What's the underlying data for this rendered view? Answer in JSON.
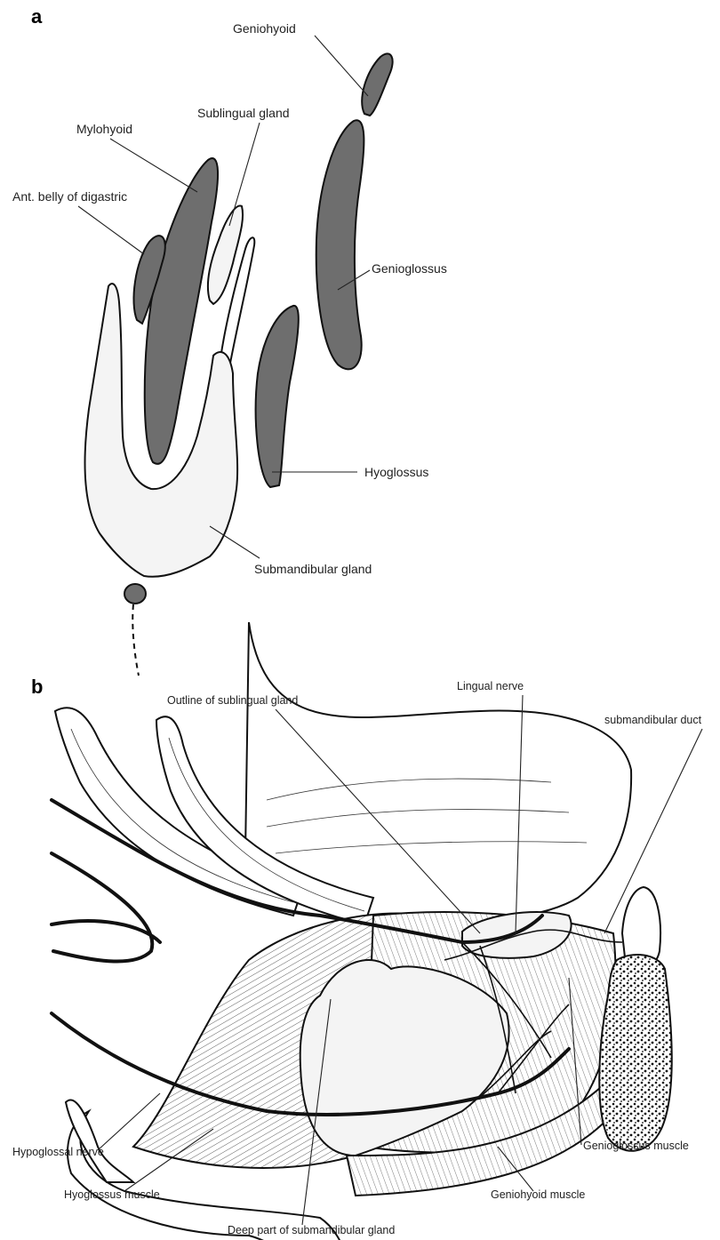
{
  "panel_a": {
    "letter": "a",
    "labels": {
      "geniohyoid": "Geniohyoid",
      "sublingual_gland": "Sublingual gland",
      "mylohyoid": "Mylohyoid",
      "ant_belly_digastric": "Ant. belly of digastric",
      "genioglossus": "Genioglossus",
      "hyoglossus": "Hyoglossus",
      "submandibular_gland": "Submandibular gland"
    }
  },
  "panel_b": {
    "letter": "b",
    "labels": {
      "outline_sublingual_gland": "Outline of sublingual gland",
      "lingual_nerve": "Lingual nerve",
      "submandibular_duct": "submandibular duct",
      "hypoglossal_nerve": "Hypoglossal nerve",
      "hyoglossus_muscle": "Hyoglossus muscle",
      "genioglossus_muscle": "Genioglossus muscle",
      "geniohyoid_muscle": "Geniohyoid muscle",
      "deep_part_submandibular_gland": "Deep part of submandibular gland"
    }
  }
}
